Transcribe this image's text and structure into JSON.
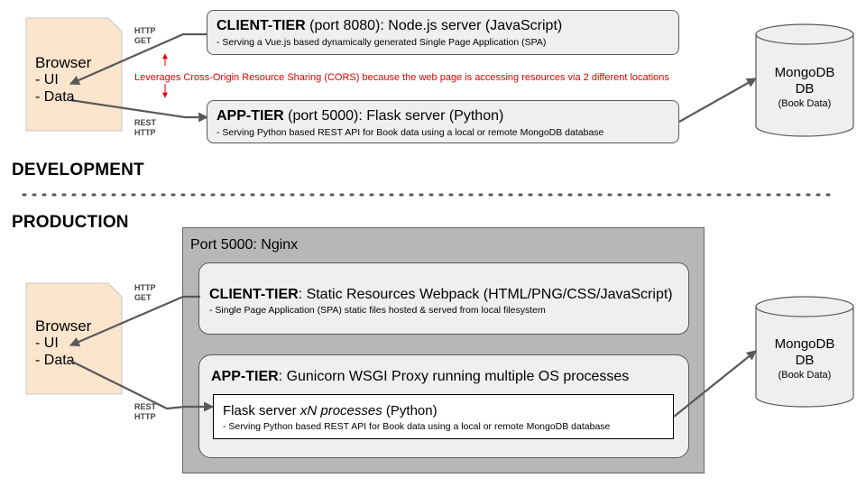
{
  "development": {
    "section_label": "DEVELOPMENT",
    "browser": {
      "title": "Browser",
      "line1": "- UI",
      "line2": "- Data"
    },
    "http_get": {
      "line1": "HTTP",
      "line2": "GET"
    },
    "rest_http": {
      "line1": "REST",
      "line2": "HTTP"
    },
    "cors_note": "Leverages Cross-Origin Resource Sharing (CORS) because the web page is accessing resources via 2 different locations",
    "client_tier": {
      "title_bold": "CLIENT-TIER",
      "title_rest": " (port 8080): Node.js server (JavaScript)",
      "desc": "- Serving a Vue.js based dynamically generated Single Page Application (SPA)"
    },
    "app_tier": {
      "title_bold": "APP-TIER",
      "title_rest": " (port 5000): Flask server (Python)",
      "desc": "- Serving Python based REST API for Book data using a local or remote MongoDB database"
    },
    "db": {
      "line1": "MongoDB",
      "line2": "DB",
      "line3": "(Book Data)"
    }
  },
  "production": {
    "section_label": "PRODUCTION",
    "nginx_title": "Port 5000: Nginx",
    "browser": {
      "title": "Browser",
      "line1": "- UI",
      "line2": "- Data"
    },
    "http_get": {
      "line1": "HTTP",
      "line2": "GET"
    },
    "rest_http": {
      "line1": "REST",
      "line2": "HTTP"
    },
    "client_tier": {
      "title_bold": "CLIENT-TIER",
      "title_rest": ": Static Resources Webpack (HTML/PNG/CSS/JavaScript)",
      "desc": "- Single Page Application (SPA) static files hosted & served from local filesystem"
    },
    "app_tier": {
      "title_bold": "APP-TIER",
      "title_rest": ": Gunicorn WSGI Proxy running multiple OS processes"
    },
    "flask": {
      "title_pre": "Flask server ",
      "title_em": "xN processes",
      "title_post": " (Python)",
      "desc": "- Serving Python based REST API for Book data using a local or remote MongoDB database"
    },
    "db": {
      "line1": "MongoDB",
      "line2": "DB",
      "line3": "(Book Data)"
    }
  },
  "colors": {
    "browser_fill": "#fce5cd",
    "tier_fill": "#efefef",
    "nginx_fill": "#b7b7b7",
    "db_fill": "#efefef",
    "arrow": "#595959",
    "cors_text": "#e60000"
  }
}
